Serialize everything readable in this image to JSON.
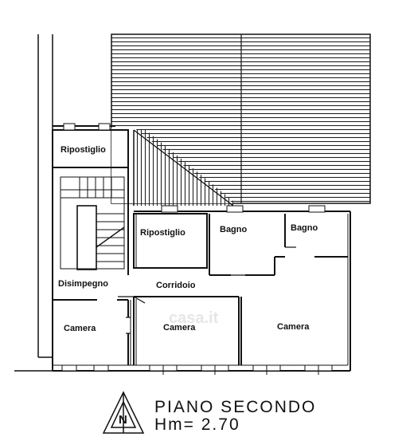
{
  "rooms": {
    "ripostiglio_left": "Ripostiglio",
    "ripostiglio_center": "Ripostiglio",
    "bagno_1": "Bagno",
    "bagno_2": "Bagno",
    "disimpegno": "Disimpegno",
    "corridoio": "Corridoio",
    "camera_left": "Camera",
    "camera_center": "Camera",
    "camera_right": "Camera"
  },
  "title": {
    "line1": "PIANO SECONDO",
    "line2": "Hm= 2.70"
  },
  "north_symbol": "N",
  "watermark": "casa.it",
  "colors": {
    "line": "#111111",
    "background": "#ffffff"
  }
}
